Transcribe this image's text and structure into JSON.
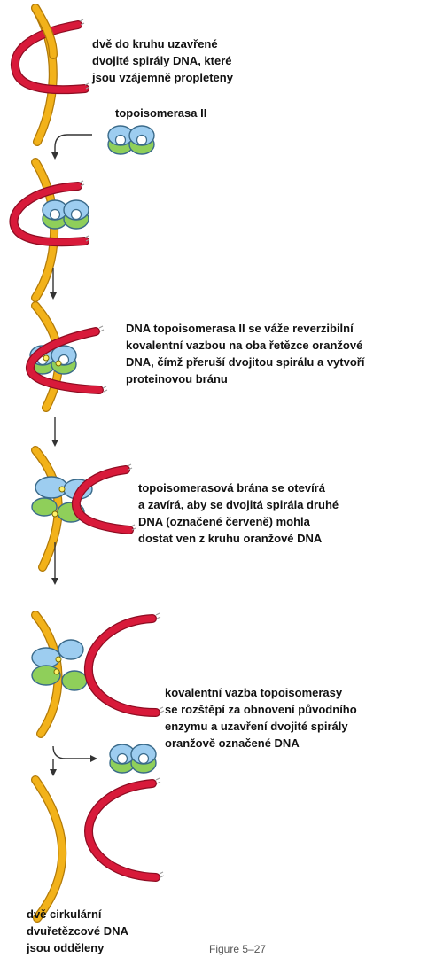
{
  "steps": [
    {
      "id": "step-1",
      "caption_lines": [
        "dvě do kruhu uzavřené",
        "dvojité spirály DNA, které",
        "jsou vzájemně propleteny"
      ]
    },
    {
      "id": "step-2",
      "label": "topoisomerasa II"
    },
    {
      "id": "step-3",
      "caption_lines": [
        "DNA topoisomerasa II se váže reverzibilní",
        "kovalentní vazbou na oba řetězce oranžové",
        "DNA, čímž přeruší dvojitou spirálu a vytvoří",
        "proteinovou bránu"
      ]
    },
    {
      "id": "step-4",
      "caption_lines": [
        "topoisomerasová brána se otevírá",
        "a zavírá, aby se dvojitá spirála druhé",
        "DNA (označené červeně) mohla",
        "dostat ven z kruhu oranžové DNA"
      ]
    },
    {
      "id": "step-5",
      "caption_lines": [
        "kovalentní vazba topoisomerasy",
        "se rozštěpí za obnovení původního",
        "enzymu a uzavření dvojité spirály",
        "oranžově označené DNA"
      ]
    },
    {
      "id": "step-6",
      "caption_lines": [
        "dvě cirkulární",
        "dvuřetězcové DNA",
        "jsou odděleny"
      ]
    }
  ],
  "figure_label": "Figure 5–27",
  "colors": {
    "orange_dna": "#f2b21a",
    "orange_dna_edge": "#b27a08",
    "red_dna": "#d81a3a",
    "red_dna_edge": "#8e0c22",
    "enzyme_blue": "#9dcdf0",
    "enzyme_green": "#8fcf5a",
    "enzyme_edge": "#3a6a8a",
    "arrow": "#333333",
    "text": "#111111"
  }
}
